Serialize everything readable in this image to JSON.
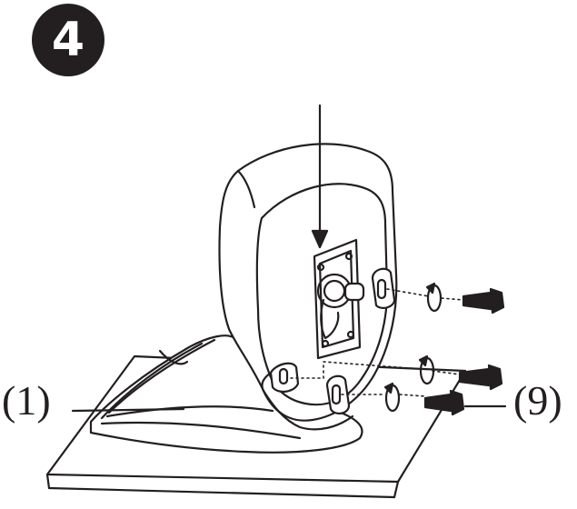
{
  "step": {
    "number": "4"
  },
  "labels": {
    "part_1": "(1)",
    "part_9": "(9)"
  },
  "colors": {
    "ink": "#231f20",
    "paper": "#ffffff"
  },
  "icons": [
    "arrow-down-icon",
    "rotate-clockwise-icon",
    "bolt-icon"
  ]
}
